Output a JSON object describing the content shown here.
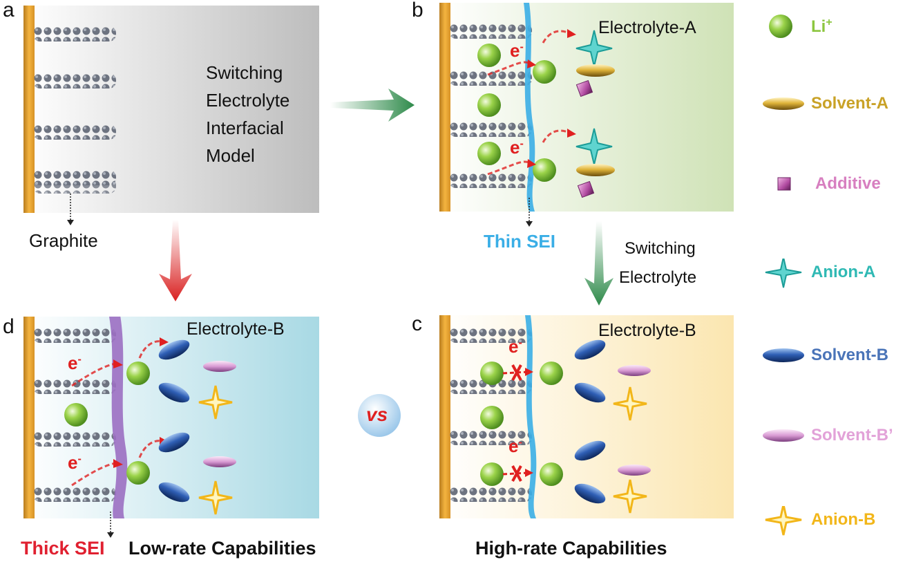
{
  "panels": {
    "a": {
      "letter": "a",
      "text_lines": [
        "Switching",
        "Electrolyte",
        "Interfacial",
        "Model"
      ],
      "graphite_label": "Graphite"
    },
    "b": {
      "letter": "b",
      "electrolyte_label": "Electrolyte-A",
      "electron": "e",
      "electron_sup": "-",
      "sei_label": "Thin SEI"
    },
    "c": {
      "letter": "c",
      "electrolyte_label": "Electrolyte-B",
      "electron": "e",
      "electron_sup": "-",
      "caption": "High-rate Capabilities"
    },
    "d": {
      "letter": "d",
      "electrolyte_label": "Electrolyte-B",
      "electron": "e",
      "electron_sup": "-",
      "sei_label": "Thick SEI",
      "caption": "Low-rate Capabilities"
    }
  },
  "switching_label": [
    "Switching",
    "Electrolyte"
  ],
  "vs_label": "vs",
  "legend": [
    {
      "id": "li",
      "label": "Li",
      "sup": "+",
      "color": "#8cc63f",
      "icon": "green-sphere-icon"
    },
    {
      "id": "solvent-a",
      "label": "Solvent-A",
      "color": "#c9a227",
      "icon": "gold-ellipse-icon"
    },
    {
      "id": "additive",
      "label": "Additive",
      "color": "#d77fc0",
      "icon": "pink-cube-icon"
    },
    {
      "id": "anion-a",
      "label": "Anion-A",
      "color": "#2fb9b4",
      "icon": "teal-star-icon"
    },
    {
      "id": "solvent-b",
      "label": "Solvent-B",
      "color": "#4a74b8",
      "icon": "blue-ellipse-icon"
    },
    {
      "id": "solvent-b-prime",
      "label": "Solvent-B’",
      "color": "#e2a2d8",
      "icon": "pink-ellipse-icon"
    },
    {
      "id": "anion-b",
      "label": "Anion-B",
      "color": "#f2b619",
      "icon": "yellow-star-icon"
    }
  ],
  "colors": {
    "current_collector": "#e8a83a",
    "thin_sei": "#3aaee6",
    "thick_sei": "#9b6fc2",
    "electron": "#e02020"
  }
}
